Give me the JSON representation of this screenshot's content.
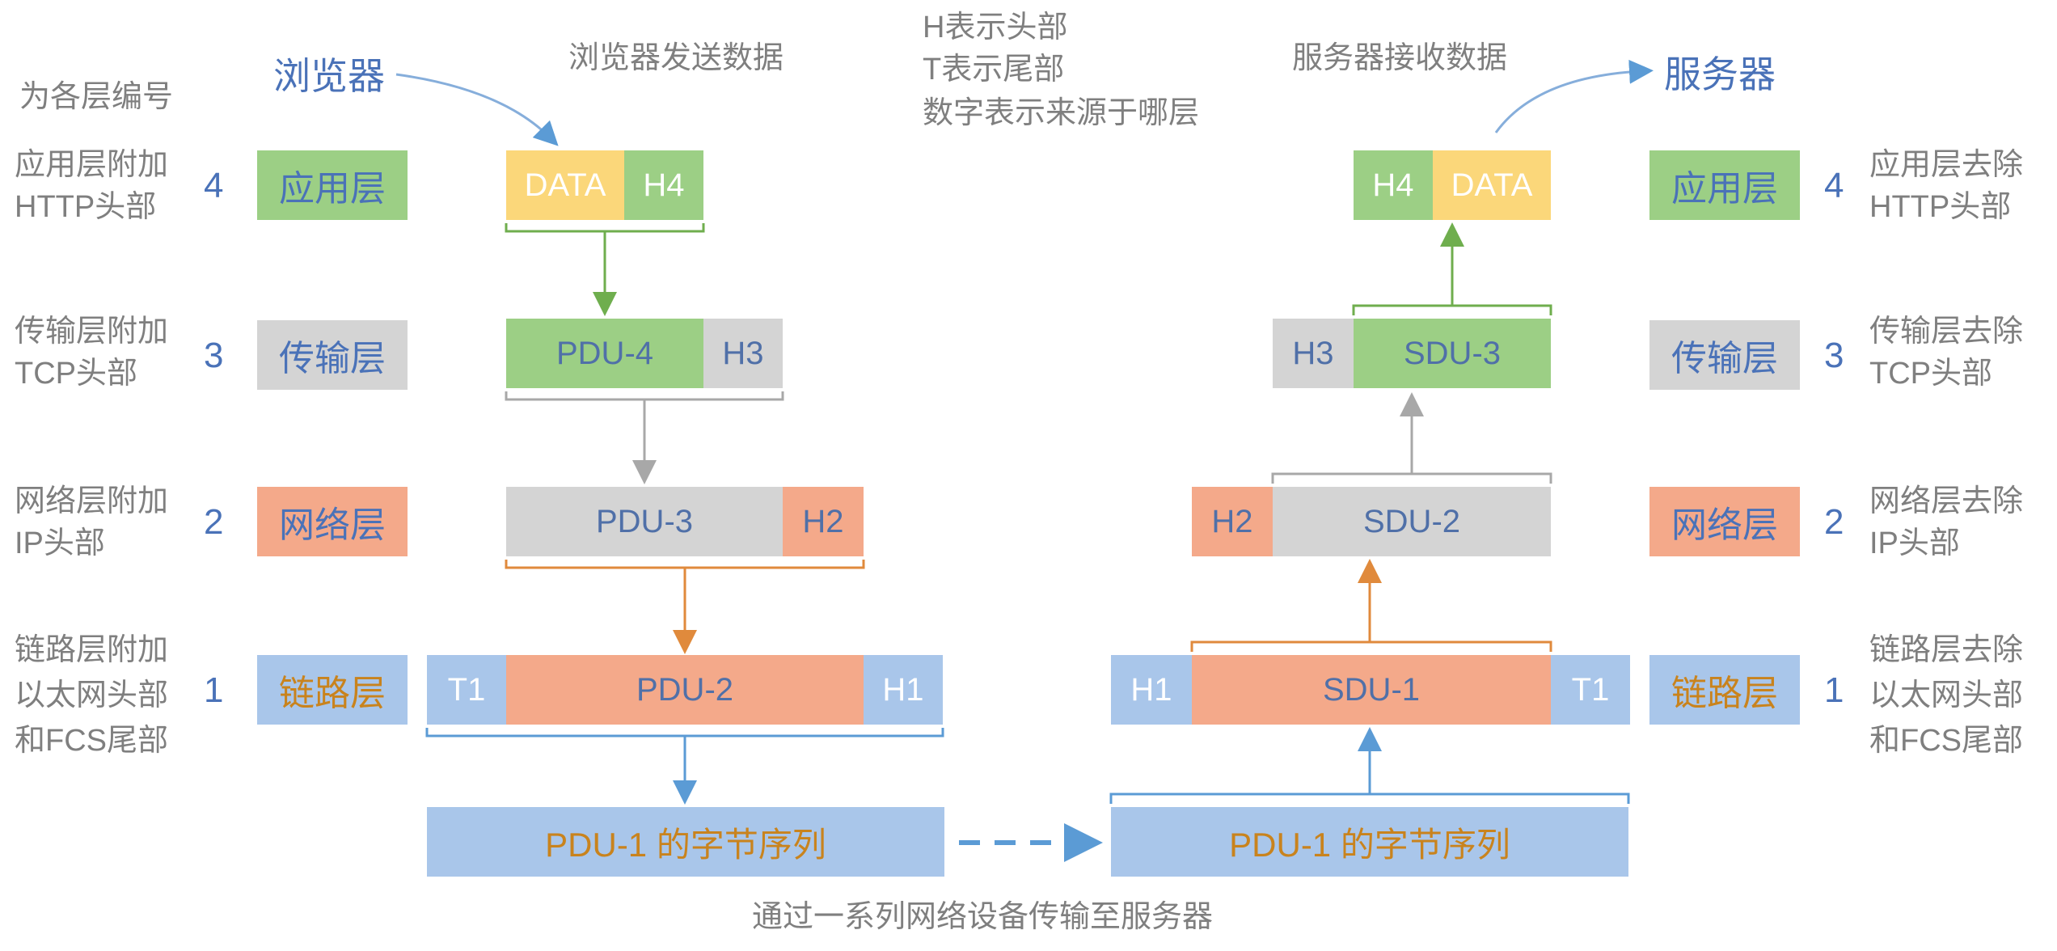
{
  "legend": {
    "line1": "H表示头部",
    "line2": "T表示尾部",
    "line3": "数字表示来源于哪层"
  },
  "header": {
    "numbering": "为各层编号",
    "browser": "浏览器",
    "browser_send": "浏览器发送数据",
    "server_receive": "服务器接收数据",
    "server": "服务器"
  },
  "left": {
    "layers": [
      {
        "num": "4",
        "name": "应用层",
        "desc": [
          "应用层附加",
          "HTTP头部"
        ]
      },
      {
        "num": "3",
        "name": "传输层",
        "desc": [
          "传输层附加",
          "TCP头部"
        ]
      },
      {
        "num": "2",
        "name": "网络层",
        "desc": [
          "网络层附加",
          "IP头部"
        ]
      },
      {
        "num": "1",
        "name": "链路层",
        "desc": [
          "链路层附加",
          "以太网头部",
          "和FCS尾部"
        ]
      }
    ],
    "packets": {
      "app": [
        "DATA",
        "H4"
      ],
      "transport": [
        "PDU-4",
        "H3"
      ],
      "network": [
        "PDU-3",
        "H2"
      ],
      "link": [
        "T1",
        "PDU-2",
        "H1"
      ],
      "bytes": "PDU-1 的字节序列"
    }
  },
  "right": {
    "layers": [
      {
        "num": "4",
        "name": "应用层",
        "desc": [
          "应用层去除",
          "HTTP头部"
        ]
      },
      {
        "num": "3",
        "name": "传输层",
        "desc": [
          "传输层去除",
          "TCP头部"
        ]
      },
      {
        "num": "2",
        "name": "网络层",
        "desc": [
          "网络层去除",
          "IP头部"
        ]
      },
      {
        "num": "1",
        "name": "链路层",
        "desc": [
          "链路层去除",
          "以太网头部",
          "和FCS尾部"
        ]
      }
    ],
    "packets": {
      "app": [
        "H4",
        "DATA"
      ],
      "transport": [
        "H3",
        "SDU-3"
      ],
      "network": [
        "H2",
        "SDU-2"
      ],
      "link": [
        "H1",
        "SDU-1",
        "T1"
      ],
      "bytes": "PDU-1 的字节序列"
    }
  },
  "footer": "通过一系列网络设备传输至服务器",
  "colors": {
    "green": "#9ccf85",
    "yellow": "#fbd77a",
    "gray": "#d4d4d4",
    "orange": "#f4a98a",
    "blue": "#a9c6ea",
    "accent": "#4a72b8",
    "gold_text": "#c9831d",
    "label_text": "#7f7f7f"
  }
}
